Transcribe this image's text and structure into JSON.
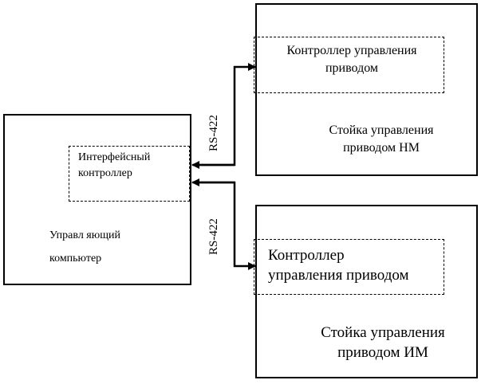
{
  "computer": {
    "label_line1": "Управл яющий",
    "label_line2": "компьютер",
    "interface": {
      "line1": "Интерфейсный",
      "line2": "контроллер"
    }
  },
  "rack_nm": {
    "controller_line1": "Контроллер управления",
    "controller_line2": "приводом",
    "label_line1": "Стойка управления",
    "label_line2": "приводом   НМ"
  },
  "rack_im": {
    "controller_line1": "Контроллер",
    "controller_line2": "управления приводом",
    "label_line1": "Стойка управления",
    "label_line2": "приводом   ИМ"
  },
  "links": {
    "top": "RS-422",
    "bottom": "RS-422"
  }
}
